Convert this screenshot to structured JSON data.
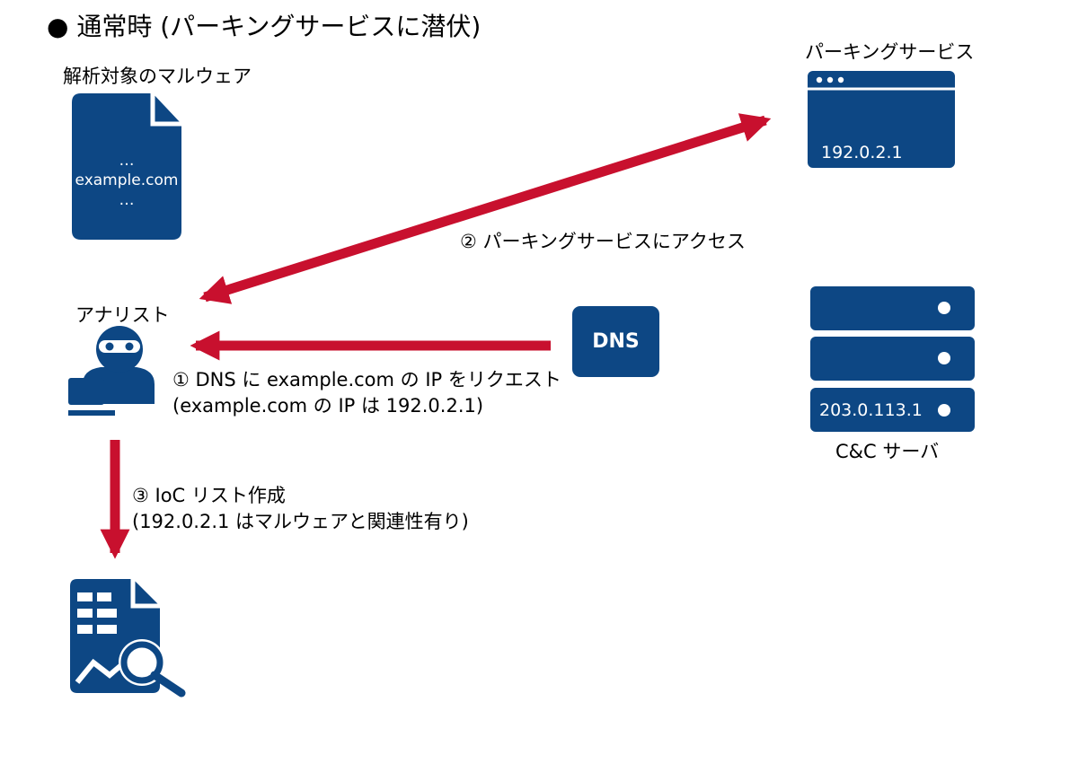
{
  "title": "● 通常時 (パーキングサービスに潜伏)",
  "malware": {
    "label": "解析対象のマルウェア",
    "doc_lines": [
      "…",
      "example.com",
      "…"
    ]
  },
  "parking": {
    "label": "パーキングサービス",
    "ip": "192.0.2.1"
  },
  "analyst": {
    "label": "アナリスト"
  },
  "dns": {
    "label": "DNS"
  },
  "cc_server": {
    "label": "C&C サーバ",
    "ip": "203.0.113.1"
  },
  "steps": {
    "step1_line1": "① DNS に example.com の IP をリクエスト",
    "step1_line2": "(example.com の IP は 192.0.2.1)",
    "step2": "② パーキングサービスにアクセス",
    "step3_line1": "③ IoC リスト作成",
    "step3_line2": "(192.0.2.1 はマルウェアと関連性有り)"
  },
  "colors": {
    "navy": "#0d4784",
    "arrow_red": "#c8102e"
  },
  "icons": {
    "malware": "document-icon",
    "parking": "browser-window-icon",
    "analyst": "hacker-user-icon",
    "cc": "server-stack-icon",
    "ioc": "report-search-icon"
  }
}
